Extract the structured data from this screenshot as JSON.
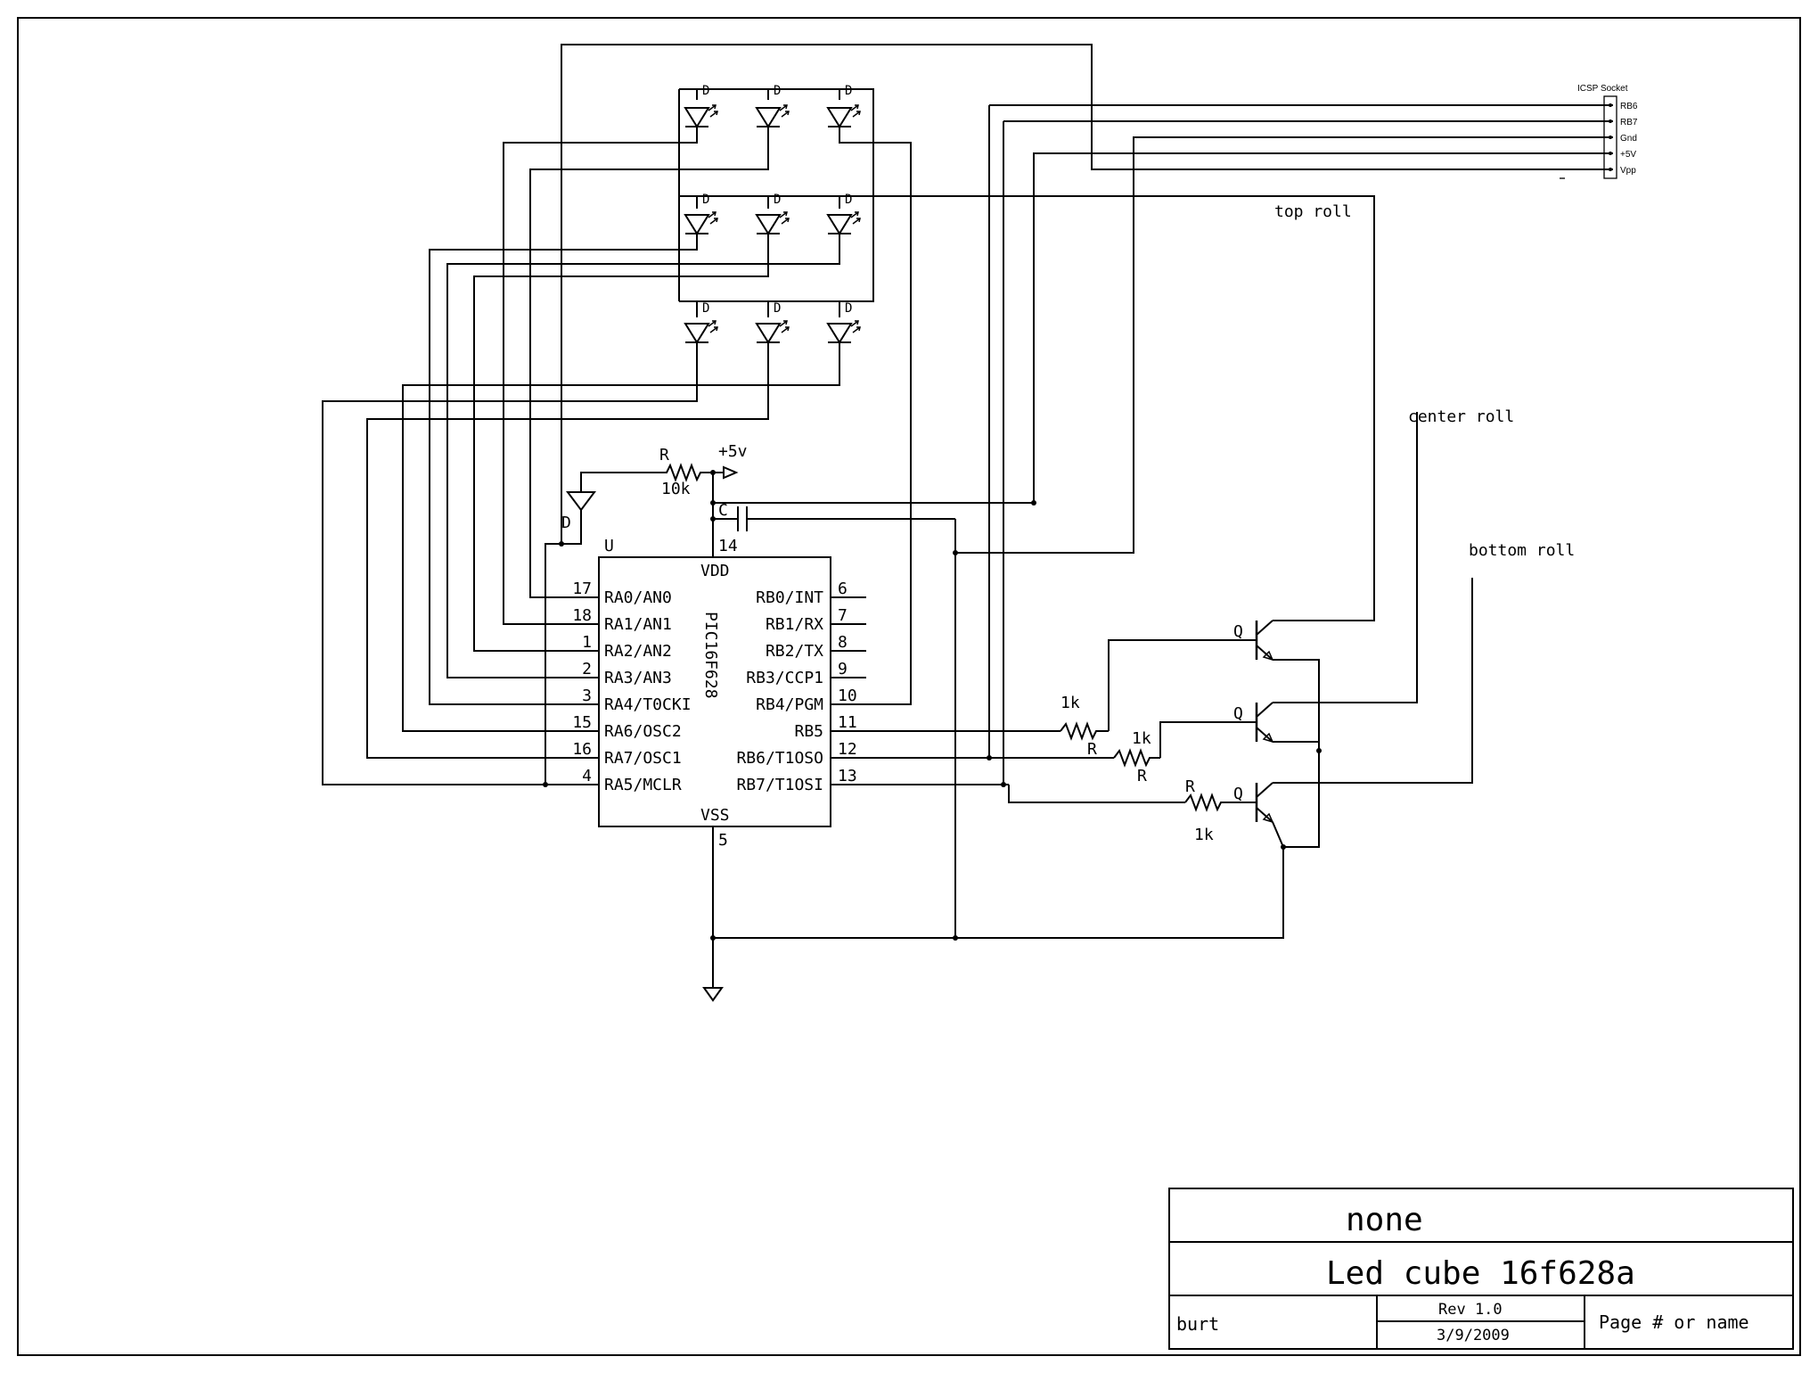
{
  "schematic": {
    "ic": {
      "ref": "U",
      "part": "PIC16F628",
      "vdd": "VDD",
      "vss": "VSS",
      "vdd_pin": "14",
      "vss_pin": "5",
      "left_pins": [
        {
          "num": "17",
          "name": "RA0/AN0"
        },
        {
          "num": "18",
          "name": "RA1/AN1"
        },
        {
          "num": "1",
          "name": "RA2/AN2"
        },
        {
          "num": "2",
          "name": "RA3/AN3"
        },
        {
          "num": "3",
          "name": "RA4/T0CKI"
        },
        {
          "num": "15",
          "name": "RA6/OSC2"
        },
        {
          "num": "16",
          "name": "RA7/OSC1"
        },
        {
          "num": "4",
          "name": "RA5/MCLR"
        }
      ],
      "right_pins": [
        {
          "num": "6",
          "name": "RB0/INT"
        },
        {
          "num": "7",
          "name": "RB1/RX"
        },
        {
          "num": "8",
          "name": "RB2/TX"
        },
        {
          "num": "9",
          "name": "RB3/CCP1"
        },
        {
          "num": "10",
          "name": "RB4/PGM"
        },
        {
          "num": "11",
          "name": "RB5"
        },
        {
          "num": "12",
          "name": "RB6/T1OSO"
        },
        {
          "num": "13",
          "name": "RB7/T1OSI"
        }
      ]
    },
    "pullup": {
      "ref": "R",
      "value": "10k",
      "supply": "+5v"
    },
    "diode": {
      "ref": "D"
    },
    "capacitor": {
      "ref": "C"
    },
    "led_label": "D",
    "transistors": [
      {
        "ref": "Q",
        "label": "top roll",
        "r_ref": "R",
        "r_value": "1k"
      },
      {
        "ref": "Q",
        "label": "center roll",
        "r_ref": "R",
        "r_value": "1k"
      },
      {
        "ref": "Q",
        "label": "bottom roll",
        "r_ref": "R",
        "r_value": "1k"
      }
    ],
    "icsp": {
      "title": "ICSP Socket",
      "pins": [
        "RB6",
        "RB7",
        "Gnd",
        "+5V",
        "Vpp"
      ]
    }
  },
  "title_block": {
    "company": "none",
    "title": "Led cube 16f628a",
    "author": "burt",
    "revision": "Rev 1.0",
    "date": "3/9/2009",
    "page": "Page # or name"
  }
}
